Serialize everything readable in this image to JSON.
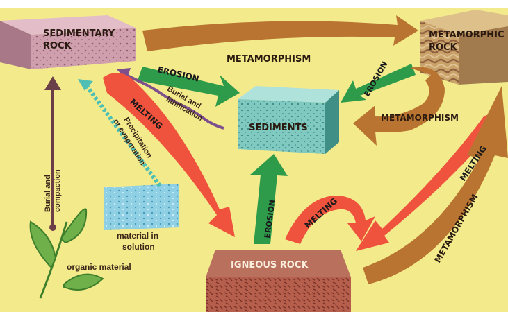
{
  "diagram": {
    "nodes": {
      "sedimentary": "SEDIMENTARY ROCK",
      "metamorphic": "METAMORPHIC ROCK",
      "sediments": "SEDIMENTS",
      "igneous": "IGNEOUS ROCK",
      "material_in_solution": "material in solution",
      "organic_material": "organic material"
    },
    "processes": {
      "metamorphism_top": "METAMORPHISM",
      "metamorphism_mid": "METAMORPHISM",
      "metamorphism_right": "METAMORPHISM",
      "erosion_left": "EROSION",
      "erosion_right": "EROSION",
      "erosion_bottom": "EROSION",
      "melting_left": "MELTING",
      "melting_mid": "MELTING",
      "melting_right": "MELTING",
      "burial_lithification": "Burial and lithification",
      "precipitation_evaporation": "Precipitation or evaporation",
      "burial_compaction": "Burial and compaction"
    }
  }
}
